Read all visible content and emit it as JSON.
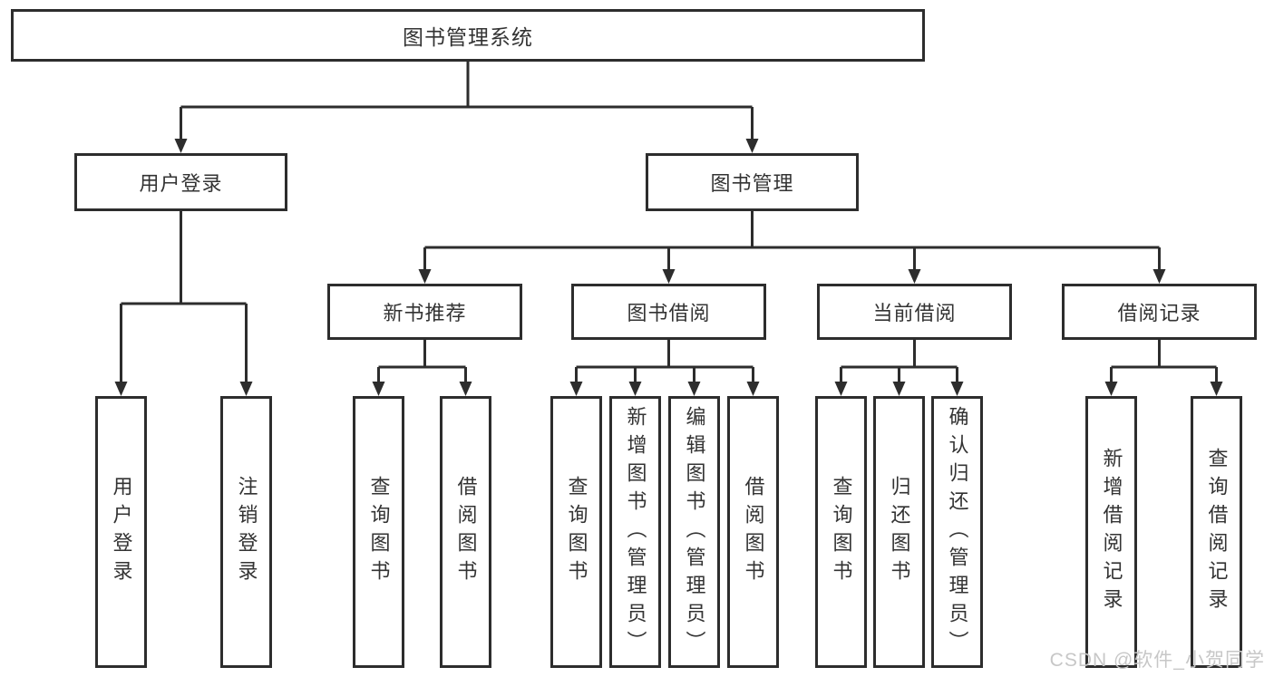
{
  "diagram_title": "图书管理系统",
  "colors": {
    "line": "#2d2d2d",
    "box_border": "#2d2d2d",
    "box_background": "#ffffff",
    "text": "#333333",
    "watermark": "#c7c7c7",
    "page_background": "#ffffff"
  },
  "nodes": {
    "root": {
      "label": "图书管理系统"
    },
    "user_login_group": {
      "label": "用户登录"
    },
    "book_mgmt": {
      "label": "图书管理"
    },
    "new_books": {
      "label": "新书推荐"
    },
    "book_borrow": {
      "label": "图书借阅"
    },
    "current_borrow": {
      "label": "当前借阅"
    },
    "borrow_records": {
      "label": "借阅记录"
    },
    "user_login": {
      "label": "用户登录"
    },
    "logout": {
      "label": "注销登录"
    },
    "nb_query": {
      "label": "查询图书"
    },
    "nb_borrow": {
      "label": "借阅图书"
    },
    "bb_query": {
      "label": "查询图书"
    },
    "bb_add": {
      "label": "新增图书（管理员）"
    },
    "bb_edit": {
      "label": "编辑图书（管理员）"
    },
    "bb_borrow": {
      "label": "借阅图书"
    },
    "cb_query": {
      "label": "查询图书"
    },
    "cb_return": {
      "label": "归还图书"
    },
    "cb_confirm": {
      "label": "确认归还（管理员）"
    },
    "br_add": {
      "label": "新增借阅记录"
    },
    "br_query": {
      "label": "查询借阅记录"
    }
  },
  "edges": [
    [
      "root",
      "user_login_group"
    ],
    [
      "root",
      "book_mgmt"
    ],
    [
      "user_login_group",
      "user_login"
    ],
    [
      "user_login_group",
      "logout"
    ],
    [
      "book_mgmt",
      "new_books"
    ],
    [
      "book_mgmt",
      "book_borrow"
    ],
    [
      "book_mgmt",
      "current_borrow"
    ],
    [
      "book_mgmt",
      "borrow_records"
    ],
    [
      "new_books",
      "nb_query"
    ],
    [
      "new_books",
      "nb_borrow"
    ],
    [
      "book_borrow",
      "bb_query"
    ],
    [
      "book_borrow",
      "bb_add"
    ],
    [
      "book_borrow",
      "bb_edit"
    ],
    [
      "book_borrow",
      "bb_borrow"
    ],
    [
      "current_borrow",
      "cb_query"
    ],
    [
      "current_borrow",
      "cb_return"
    ],
    [
      "current_borrow",
      "cb_confirm"
    ],
    [
      "borrow_records",
      "br_add"
    ],
    [
      "borrow_records",
      "br_query"
    ]
  ],
  "watermark": "CSDN @软件_小贺同学"
}
